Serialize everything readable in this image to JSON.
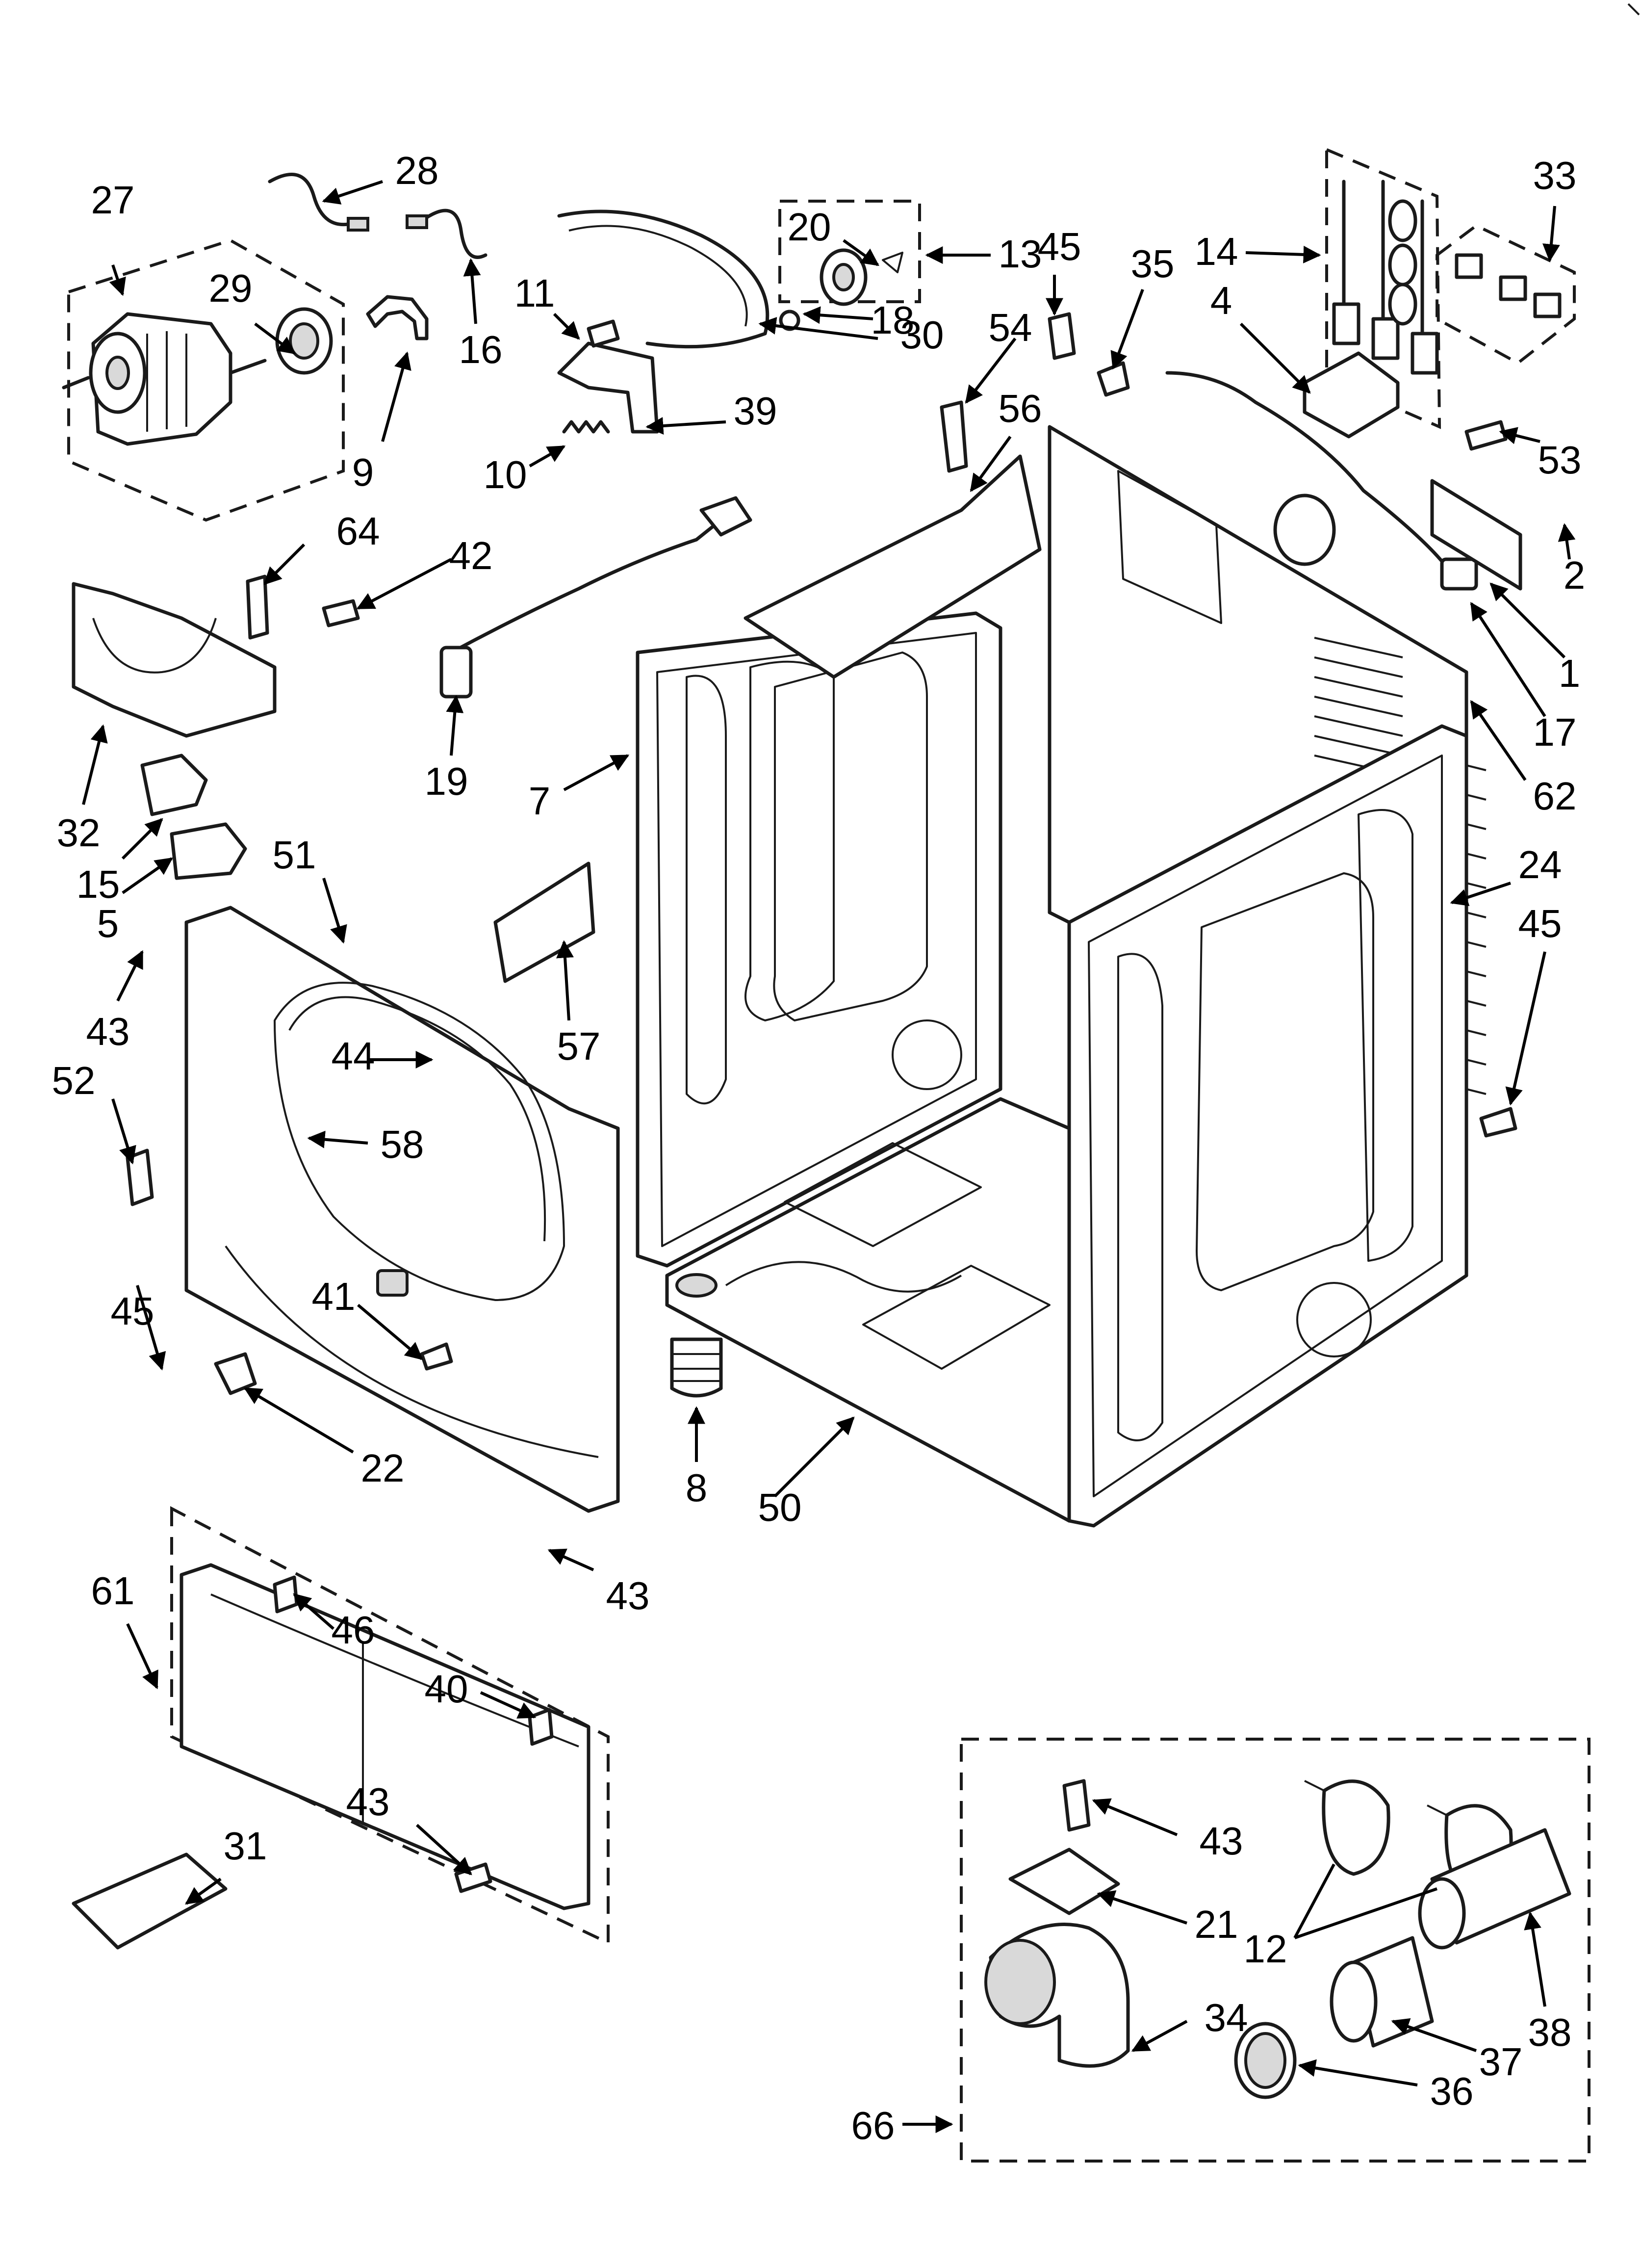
{
  "callouts": [
    {
      "id": "c1",
      "text": "1"
    },
    {
      "id": "c2",
      "text": "2"
    },
    {
      "id": "c4",
      "text": "4"
    },
    {
      "id": "c5",
      "text": "5"
    },
    {
      "id": "c7",
      "text": "7"
    },
    {
      "id": "c8",
      "text": "8"
    },
    {
      "id": "c9",
      "text": "9"
    },
    {
      "id": "c10",
      "text": "10"
    },
    {
      "id": "c11",
      "text": "11"
    },
    {
      "id": "c12",
      "text": "12"
    },
    {
      "id": "c13",
      "text": "13"
    },
    {
      "id": "c14",
      "text": "14"
    },
    {
      "id": "c15",
      "text": "15"
    },
    {
      "id": "c16",
      "text": "16"
    },
    {
      "id": "c17",
      "text": "17"
    },
    {
      "id": "c18",
      "text": "18"
    },
    {
      "id": "c19",
      "text": "19"
    },
    {
      "id": "c20",
      "text": "20"
    },
    {
      "id": "c21",
      "text": "21"
    },
    {
      "id": "c22",
      "text": "22"
    },
    {
      "id": "c24",
      "text": "24"
    },
    {
      "id": "c27",
      "text": "27"
    },
    {
      "id": "c28",
      "text": "28"
    },
    {
      "id": "c29",
      "text": "29"
    },
    {
      "id": "c30",
      "text": "30"
    },
    {
      "id": "c31",
      "text": "31"
    },
    {
      "id": "c32",
      "text": "32"
    },
    {
      "id": "c33",
      "text": "33"
    },
    {
      "id": "c34",
      "text": "34"
    },
    {
      "id": "c35",
      "text": "35"
    },
    {
      "id": "c36",
      "text": "36"
    },
    {
      "id": "c37",
      "text": "37"
    },
    {
      "id": "c38",
      "text": "38"
    },
    {
      "id": "c39",
      "text": "39"
    },
    {
      "id": "c40",
      "text": "40"
    },
    {
      "id": "c41",
      "text": "41"
    },
    {
      "id": "c42",
      "text": "42"
    },
    {
      "id": "c43a",
      "text": "43"
    },
    {
      "id": "c43b",
      "text": "43"
    },
    {
      "id": "c43c",
      "text": "43"
    },
    {
      "id": "c43d",
      "text": "43"
    },
    {
      "id": "c44",
      "text": "44"
    },
    {
      "id": "c45a",
      "text": "45"
    },
    {
      "id": "c45b",
      "text": "45"
    },
    {
      "id": "c45c",
      "text": "45"
    },
    {
      "id": "c46",
      "text": "46"
    },
    {
      "id": "c50",
      "text": "50"
    },
    {
      "id": "c51",
      "text": "51"
    },
    {
      "id": "c52",
      "text": "52"
    },
    {
      "id": "c53",
      "text": "53"
    },
    {
      "id": "c54",
      "text": "54"
    },
    {
      "id": "c56",
      "text": "56"
    },
    {
      "id": "c57",
      "text": "57"
    },
    {
      "id": "c58",
      "text": "58"
    },
    {
      "id": "c61",
      "text": "61"
    },
    {
      "id": "c62",
      "text": "62"
    },
    {
      "id": "c64",
      "text": "64"
    },
    {
      "id": "c66",
      "text": "66"
    }
  ]
}
